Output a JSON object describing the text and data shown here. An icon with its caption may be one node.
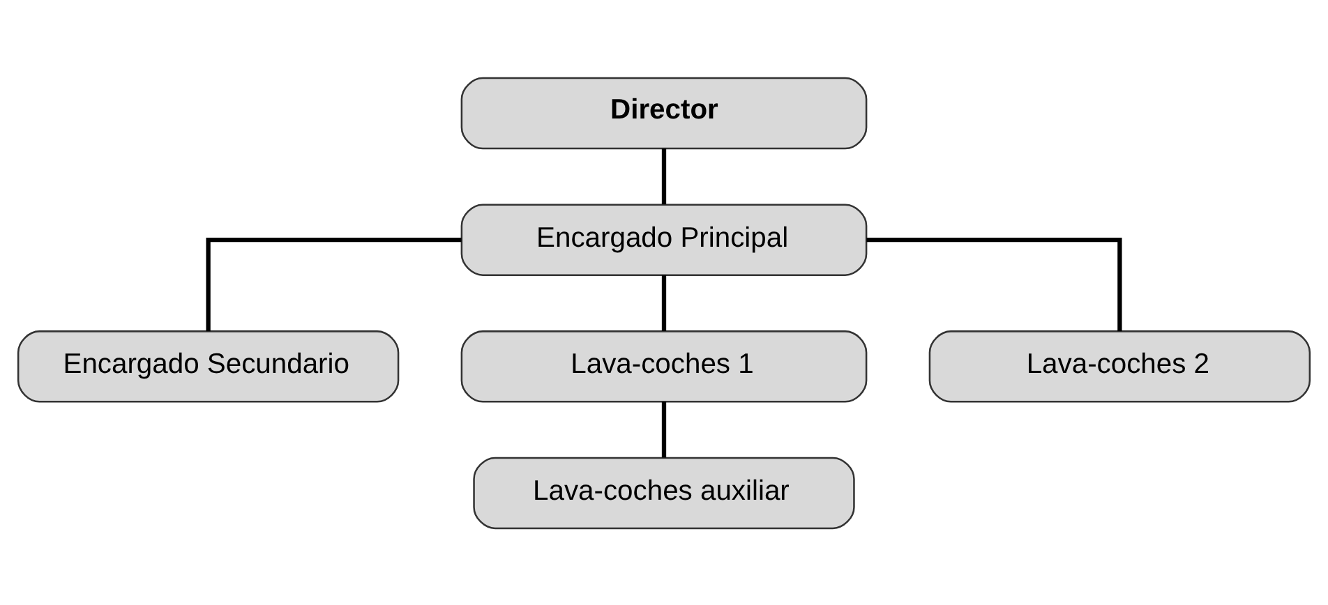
{
  "diagram": {
    "nodes": [
      {
        "text": [
          "Director"
        ]
      },
      {
        "text": [
          "Encargado Principal"
        ]
      },
      {
        "text": [
          "Encargado Secundario"
        ]
      },
      {
        "text": [
          "Lava-coches 1"
        ]
      },
      {
        "text": [
          "Lava-coches 2"
        ]
      },
      {
        "text": [
          "Lava-coches auxiliar"
        ]
      }
    ],
    "edges": [
      {
        "from": 0,
        "to": 1,
        "arrow": "none"
      },
      {
        "from": 1,
        "to": 2,
        "arrow": "none"
      },
      {
        "from": 1,
        "to": 3,
        "arrow": "none"
      },
      {
        "from": 1,
        "to": 4,
        "arrow": "none"
      },
      {
        "from": 3,
        "to": 5,
        "arrow": "none"
      }
    ]
  }
}
